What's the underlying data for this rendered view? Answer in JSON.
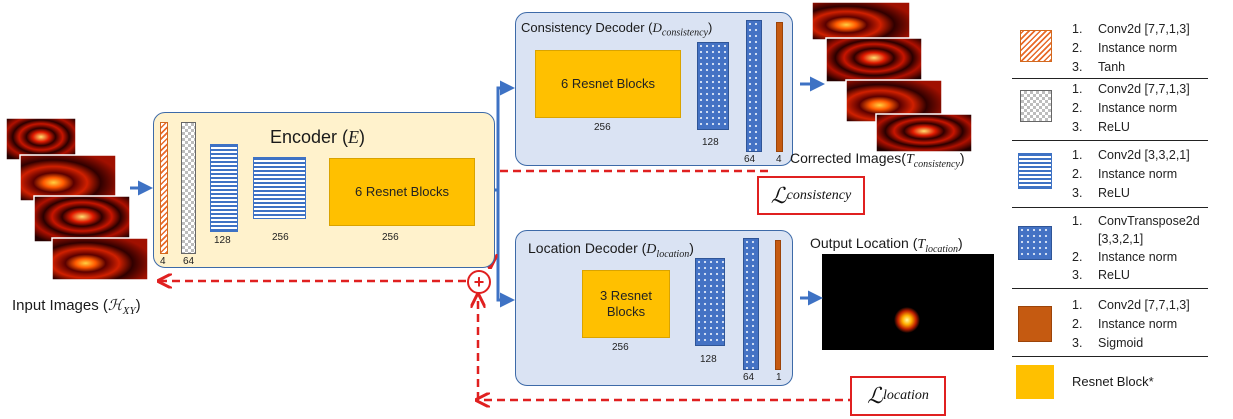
{
  "encoder": {
    "title": "Encoder (",
    "symbol": "E",
    "close": ")",
    "resnet_label": "6 Resnet Blocks",
    "labels": {
      "l4": "4",
      "l64": "64",
      "l128": "128",
      "l256a": "256",
      "l256b": "256"
    }
  },
  "consistency_decoder": {
    "title": "Consistency Decoder (",
    "symbol": "D",
    "sub": "consistency",
    "close": ")",
    "resnet_label": "6 Resnet Blocks",
    "labels": {
      "l256": "256",
      "l128": "128",
      "l64": "64",
      "l4": "4"
    }
  },
  "location_decoder": {
    "title": "Location Decoder (",
    "symbol": "D",
    "sub": "location",
    "close": ")",
    "resnet_label": "3 Resnet Blocks",
    "labels": {
      "l256": "256",
      "l128": "128",
      "l64": "64",
      "l1": "1"
    }
  },
  "captions": {
    "input": "Input Images (",
    "input_symbol": "ℋ",
    "input_sub": "XY",
    "input_close": ")",
    "corrected": "Corrected Images(",
    "corrected_symbol": "T",
    "corrected_sub": "consistency",
    "corrected_close": ")",
    "output": "Output Location (",
    "output_symbol": "T",
    "output_sub": "location",
    "output_close": ")"
  },
  "losses": {
    "consistency_symbol": "ℒ",
    "consistency_sub": "consistency",
    "location_symbol": "ℒ",
    "location_sub": "location",
    "sum_symbol": "+"
  },
  "legend": [
    {
      "type": "hatch",
      "items": [
        "Conv2d [7,7,1,3]",
        "Instance norm",
        "Tanh"
      ]
    },
    {
      "type": "check",
      "items": [
        "Conv2d [7,7,1,3]",
        "Instance norm",
        "ReLU"
      ]
    },
    {
      "type": "hline",
      "items": [
        "Conv2d [3,3,2,1]",
        "Instance norm",
        "ReLU"
      ]
    },
    {
      "type": "dots",
      "items": [
        "ConvTranspose2d",
        "[3,3,2,1]",
        "Instance norm",
        "ReLU"
      ]
    },
    {
      "type": "brown",
      "items": [
        "Conv2d [7,7,1,3]",
        "Instance norm",
        "Sigmoid"
      ]
    }
  ],
  "legend_numbers": [
    "1.",
    "2.",
    "3."
  ],
  "legend_resnet": "Resnet Block*",
  "colors": {
    "encoder_bg": "#fff2cc",
    "decoder_bg": "#dae3f3",
    "panel_border": "#3d6aa8",
    "resnet": "#ffc000",
    "arrow": "#4472c4",
    "loss": "#e02020"
  }
}
